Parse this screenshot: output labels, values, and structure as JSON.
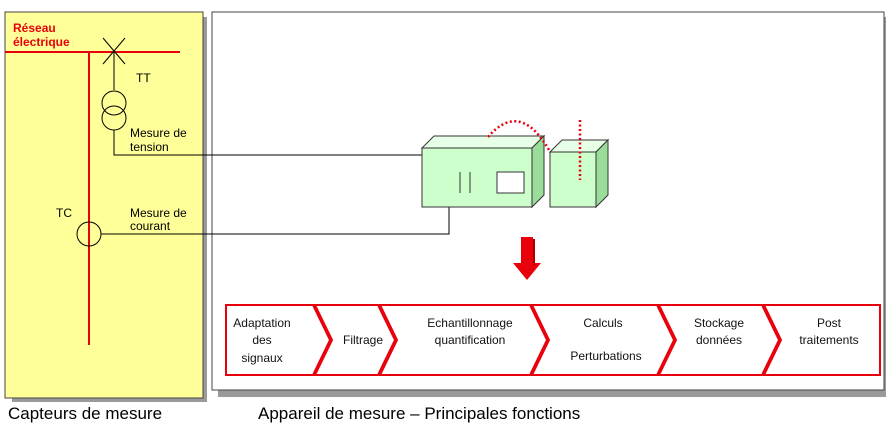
{
  "sensors": {
    "network_label_line1": "Réseau",
    "network_label_line2": "électrique",
    "tt_label": "TT",
    "voltage_label_line1": "Mesure de",
    "voltage_label_line2": "tension",
    "tc_label": "TC",
    "current_label_line1": "Mesure de",
    "current_label_line2": "courant"
  },
  "stages": [
    {
      "line1": "Adaptation",
      "line2": "des",
      "line3": "signaux"
    },
    {
      "line1": "Filtrage"
    },
    {
      "line1": "Echantillonnage",
      "line2": "quantification"
    },
    {
      "line1": "Calculs",
      "line2": "Perturbations"
    },
    {
      "line1": "Stockage",
      "line2": "données"
    },
    {
      "line1": "Post",
      "line2": "traitements"
    }
  ],
  "captions": {
    "left": "Capteurs de mesure",
    "right": "Appareil de mesure – Principales fonctions"
  },
  "colors": {
    "sensor_panel": "#ffff99",
    "wire_red": "#e8000b",
    "device_green": "#ccffcc",
    "chevron_border": "#e8000b"
  }
}
